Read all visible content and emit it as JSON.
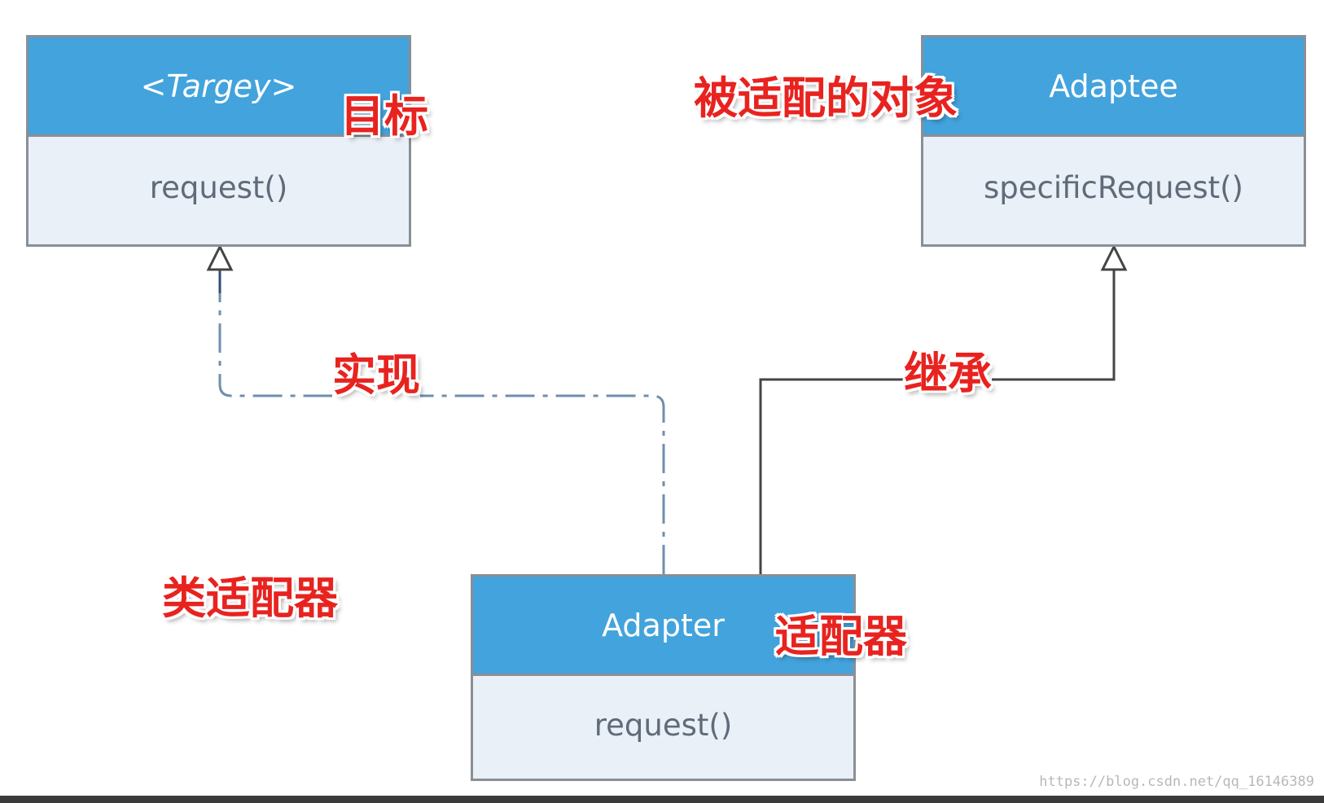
{
  "diagram": {
    "target": {
      "name": "<Targey>",
      "method": "request()"
    },
    "adaptee": {
      "name": "Adaptee",
      "method": "specificRequest()"
    },
    "adapter": {
      "name": "Adapter",
      "method": "request()"
    }
  },
  "annotations": {
    "target": "目标",
    "adaptee": "被适配的对象",
    "implement": "实现",
    "inherit": "继承",
    "class_adapter": "类适配器",
    "adapter": "适配器"
  },
  "watermark": "https://blog.csdn.net/qq_16146389",
  "colors": {
    "header": "#43a3dc",
    "body": "#eaf0f8",
    "annotation": "#e8231f",
    "dashed_line": "#6f8fae",
    "solid_line": "#444444"
  }
}
